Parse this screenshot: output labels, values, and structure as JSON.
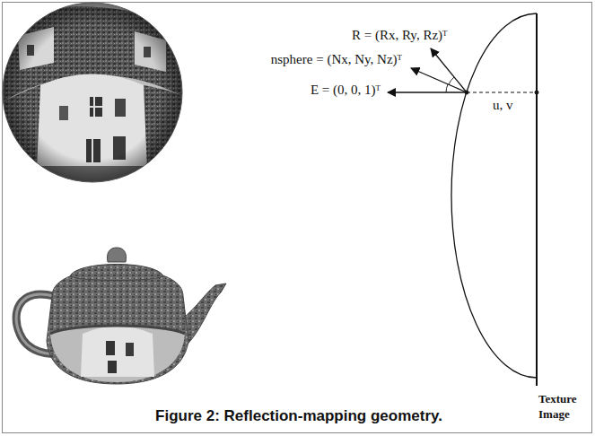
{
  "diagram": {
    "caption": "Figure 2: Reflection-mapping geometry.",
    "labels": [
      "R = (Rx, Ry, Rz)ᵀ",
      "nsphere = (Nx, Ny, Nz)ᵀ",
      "E = (0, 0, 1)ᵀ",
      "u, v",
      "Texture Image"
    ]
  }
}
